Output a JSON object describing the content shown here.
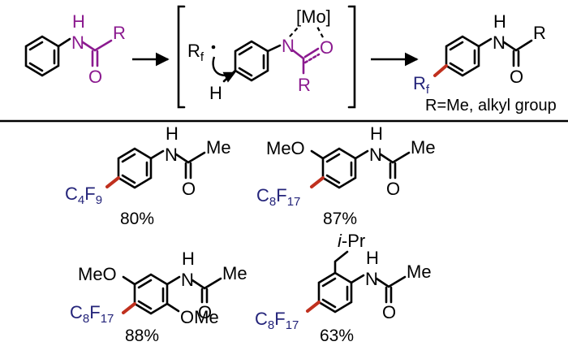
{
  "colors": {
    "purple": "#8b1a8f",
    "blue": "#24247a",
    "red": "#c0301e"
  },
  "scheme": {
    "reactant": {
      "n": "N",
      "h": "H",
      "r": "R",
      "o": "O"
    },
    "intermediate": {
      "rf": "R",
      "rf_sub": "f",
      "h": "H",
      "n": "N",
      "o": "O",
      "r": "R",
      "mo": "[Mo]"
    },
    "product": {
      "n": "N",
      "h": "H",
      "r": "R",
      "o": "O",
      "rf": "R",
      "rf_sub": "f"
    },
    "note": "R=Me, alkyl group"
  },
  "examples": [
    {
      "yield": "80%",
      "rf_main": "C",
      "rf_sub1": "4",
      "rf_mid": "F",
      "rf_sub2": "9",
      "n": "N",
      "h": "H",
      "me": "Me",
      "o": "O"
    },
    {
      "yield": "87%",
      "rf_main": "C",
      "rf_sub1": "8",
      "rf_mid": "F",
      "rf_sub2": "17",
      "n": "N",
      "h": "H",
      "me": "Me",
      "o": "O",
      "meo": "MeO"
    },
    {
      "yield": "88%",
      "rf_main": "C",
      "rf_sub1": "8",
      "rf_mid": "F",
      "rf_sub2": "17",
      "n": "N",
      "h": "H",
      "me": "Me",
      "o": "O",
      "meo": "MeO",
      "ome": "OMe"
    },
    {
      "yield": "63%",
      "rf_main": "C",
      "rf_sub1": "8",
      "rf_mid": "F",
      "rf_sub2": "17",
      "n": "N",
      "h": "H",
      "me": "Me",
      "o": "O",
      "ipr_i": "i",
      "ipr_rest": "-Pr"
    }
  ]
}
